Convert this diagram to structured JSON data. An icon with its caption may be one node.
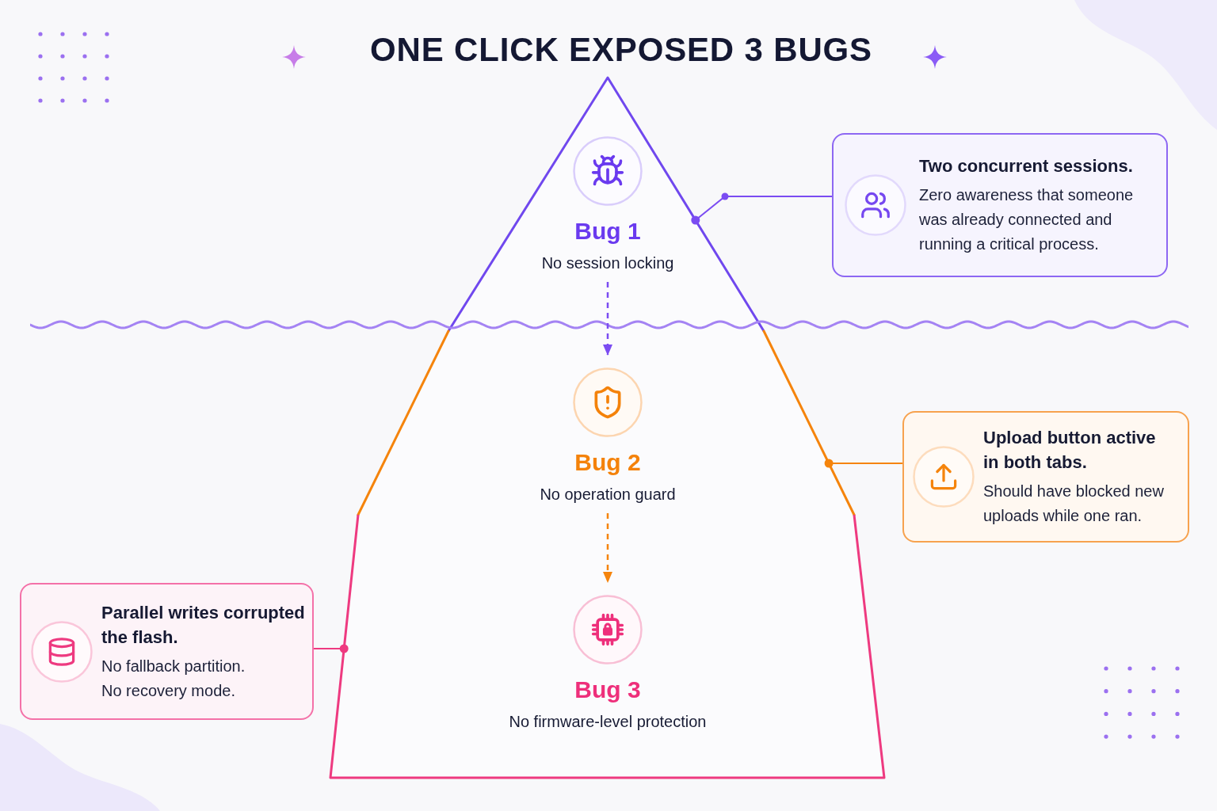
{
  "diagram": {
    "title": "ONE CLICK EXPOSED 3 BUGS",
    "nodes": [
      {
        "text": [],
        "shape": "iceberg"
      },
      {
        "text": [
          "Bug 1",
          "No session locking"
        ],
        "in": 0
      },
      {
        "text": [
          "Bug 2",
          "No operation guard"
        ],
        "in": 0
      },
      {
        "text": [
          "Bug 3",
          "No firmware-level protection"
        ],
        "in": 0
      },
      {
        "text": [
          "Two concurrent sessions.",
          "Zero awareness that someone was already connected and running a critical process."
        ]
      },
      {
        "text": [
          "Upload button active in both tabs.",
          "Should have blocked new uploads while one ran."
        ]
      },
      {
        "text": [
          "Parallel writes corrupted the flash.",
          "No fallback partition.",
          "No recovery mode."
        ]
      }
    ],
    "edges": [
      {
        "from": 1,
        "to": 2,
        "arrow": "to",
        "style": "dashed",
        "color": "#7b4cf2"
      },
      {
        "from": 2,
        "to": 3,
        "arrow": "to",
        "style": "dashed",
        "color": "#f5840c"
      },
      {
        "from": 4,
        "to": 0,
        "arrow": "other",
        "color": "#7b4cf2"
      },
      {
        "from": 5,
        "to": 0,
        "arrow": "other",
        "color": "#f5840c"
      },
      {
        "from": 6,
        "to": 0,
        "arrow": "other",
        "color": "#ee3a80"
      }
    ]
  }
}
